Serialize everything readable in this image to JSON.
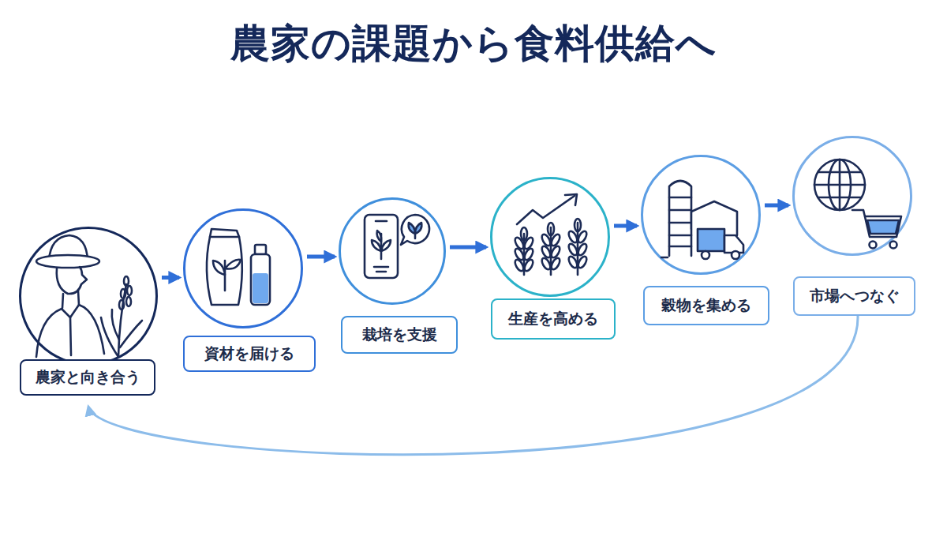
{
  "diagram": {
    "title": "農家の課題から食料供給へ",
    "nodes": [
      {
        "text": [
          "農家と向き合う"
        ]
      },
      {
        "text": [
          "資材を届ける"
        ]
      },
      {
        "text": [
          "栽培を支援"
        ]
      },
      {
        "text": [
          "生産を高める"
        ]
      },
      {
        "text": [
          "穀物を集める"
        ]
      },
      {
        "text": [
          "市場へつなぐ"
        ]
      }
    ],
    "edges": [
      {
        "from": 0,
        "to": 1,
        "arrow": "to"
      },
      {
        "from": 1,
        "to": 2,
        "arrow": "to"
      },
      {
        "from": 2,
        "to": 3,
        "arrow": "to"
      },
      {
        "from": 3,
        "to": 4,
        "arrow": "to"
      },
      {
        "from": 4,
        "to": 5,
        "arrow": "to"
      },
      {
        "from": 5,
        "to": 0,
        "arrow": "to"
      }
    ]
  }
}
